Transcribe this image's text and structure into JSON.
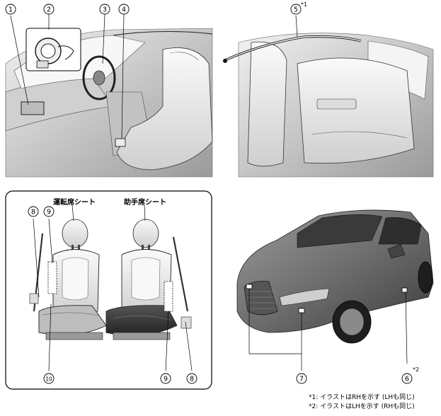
{
  "callouts": [
    "1",
    "2",
    "3",
    "4",
    "5",
    "6",
    "7",
    "8",
    "9",
    "10"
  ],
  "superscripts": {
    "s1": "*1",
    "s2": "*2"
  },
  "seat_labels": {
    "driver": "運転席シート",
    "passenger": "助手席シート"
  },
  "footnotes": {
    "n1": "*1: イラストはRHを示す (LHも同じ)",
    "n2": "*2: イラストはLHを示す (RHも同じ)"
  },
  "colors": {
    "line": "#000000",
    "shade_light": "#e6e6e6",
    "shade_mid": "#bdbdbd",
    "shade_dark": "#8c8c8c"
  }
}
